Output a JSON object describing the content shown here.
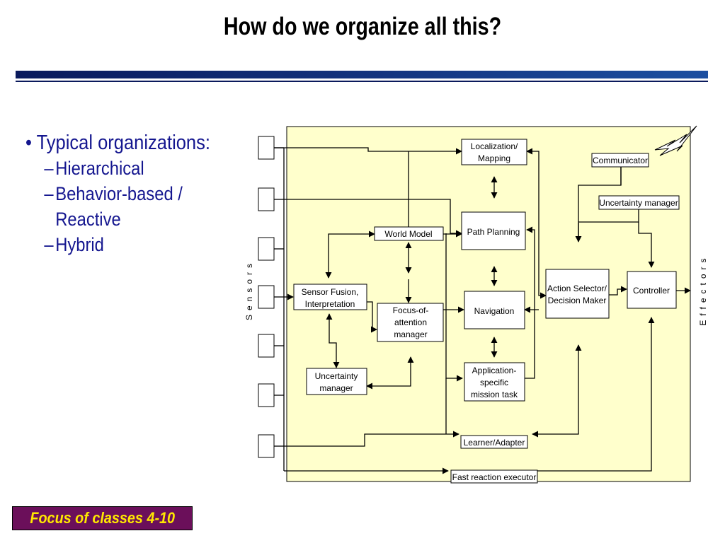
{
  "slide": {
    "title": "How do we organize all this?",
    "bullets": {
      "main": "Typical organizations:",
      "subs": [
        "Hierarchical",
        "Behavior-based /",
        "Reactive",
        "Hybrid"
      ]
    },
    "footer_badge": "Focus of classes 4-10"
  },
  "diagram": {
    "side_labels": {
      "left": "Sensors",
      "right": "Effectors"
    },
    "boxes": {
      "localization": [
        "Localization/",
        "Mapping"
      ],
      "communicator": "Communicator",
      "uncertainty_top": "Uncertainty manager",
      "world_model": "World Model",
      "path_planning": "Path Planning",
      "action_selector": [
        "Action Selector/",
        "Decision Maker"
      ],
      "controller": "Controller",
      "sensor_fusion": [
        "Sensor Fusion,",
        "Interpretation"
      ],
      "focus_attention": [
        "Focus-of-",
        "attention",
        "manager"
      ],
      "navigation": "Navigation",
      "uncertainty_left": [
        "Uncertainty",
        "manager"
      ],
      "application": [
        "Application-",
        "specific",
        "mission task"
      ],
      "learner": "Learner/Adapter",
      "fast_reaction": "Fast reaction executor"
    }
  },
  "colors": {
    "panel": "#ffffcc",
    "title_text": "#14168f",
    "badge_bg": "#6b0f5a",
    "badge_text": "#ffe800"
  }
}
